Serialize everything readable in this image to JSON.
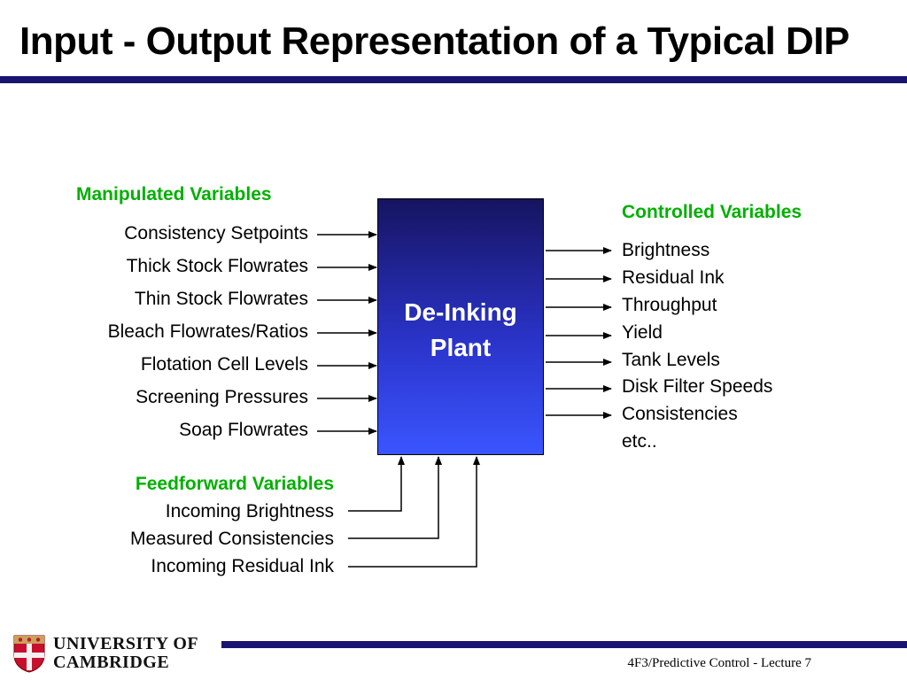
{
  "title": "Input - Output Representation of a Typical DIP",
  "manipulated": {
    "heading": "Manipulated Variables",
    "items": [
      "Consistency Setpoints",
      "Thick Stock Flowrates",
      "Thin Stock Flowrates",
      "Bleach Flowrates/Ratios",
      "Flotation Cell Levels",
      "Screening Pressures",
      "Soap Flowrates"
    ]
  },
  "controlled": {
    "heading": "Controlled Variables",
    "items": [
      "Brightness",
      "Residual Ink",
      "Throughput",
      "Yield",
      "Tank Levels",
      "Disk Filter Speeds",
      "Consistencies",
      "etc.."
    ]
  },
  "feedforward": {
    "heading": "Feedforward Variables",
    "items": [
      "Incoming Brightness",
      "Measured Consistencies",
      "Incoming Residual Ink"
    ]
  },
  "plant": {
    "label": "De-Inking\nPlant"
  },
  "logo": {
    "line1": "UNIVERSITY OF",
    "line2": "CAMBRIDGE"
  },
  "footer": "4F3/Predictive Control - Lecture 7",
  "colors": {
    "heading": "#00b000",
    "rule": "#1a1470",
    "plant_top": "#161460",
    "plant_bottom": "#3a55ff"
  }
}
